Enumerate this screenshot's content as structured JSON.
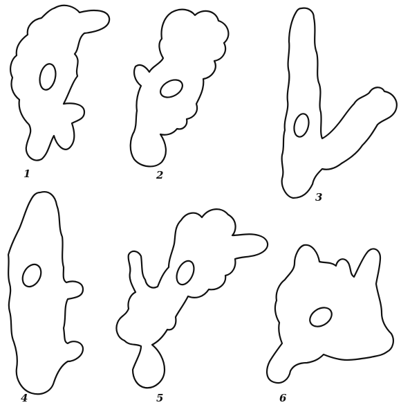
{
  "figure": {
    "panels": [
      {
        "label": "1"
      },
      {
        "label": "2"
      },
      {
        "label": "3"
      },
      {
        "label": "4"
      },
      {
        "label": "5"
      },
      {
        "label": "6"
      }
    ]
  }
}
